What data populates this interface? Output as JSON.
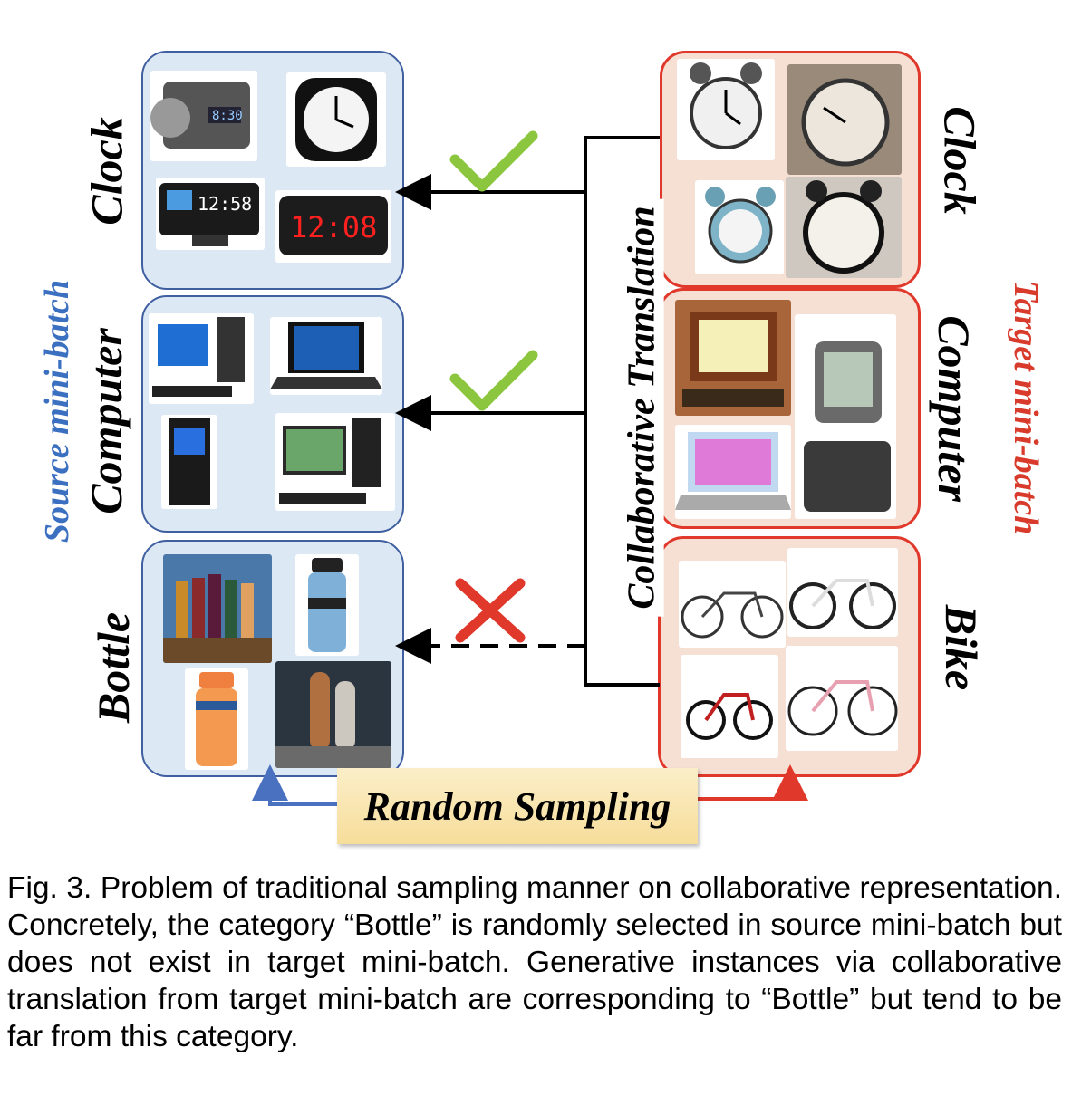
{
  "diagram": {
    "source_label": "Source mini-batch",
    "target_label": "Target mini-batch",
    "translation_label": "Collaborative Translation",
    "sampling_label": "Random Sampling",
    "source_categories": [
      "Clock",
      "Computer",
      "Bottle"
    ],
    "target_categories": [
      "Clock",
      "Computer",
      "Bike"
    ],
    "match_marks": [
      "check",
      "check",
      "cross"
    ],
    "colors": {
      "source_border": "#3f5fa0",
      "source_fill": "#dde8f5",
      "target_border": "#e0382b",
      "target_fill": "#f6dfd3",
      "check": "#8cc63f",
      "cross": "#e0382b",
      "source_text": "#3b6fc0",
      "target_text": "#d83a2b",
      "sampling_box": "#f6dd9a"
    }
  },
  "caption": "Fig. 3. Problem of traditional sampling manner on collaborative representation. Concretely, the category “Bottle” is randomly selected in source mini-batch but does not exist in target mini-batch. Generative instances via collaborative translation from target mini-batch are corresponding to “Bottle” but tend to be far from this category."
}
